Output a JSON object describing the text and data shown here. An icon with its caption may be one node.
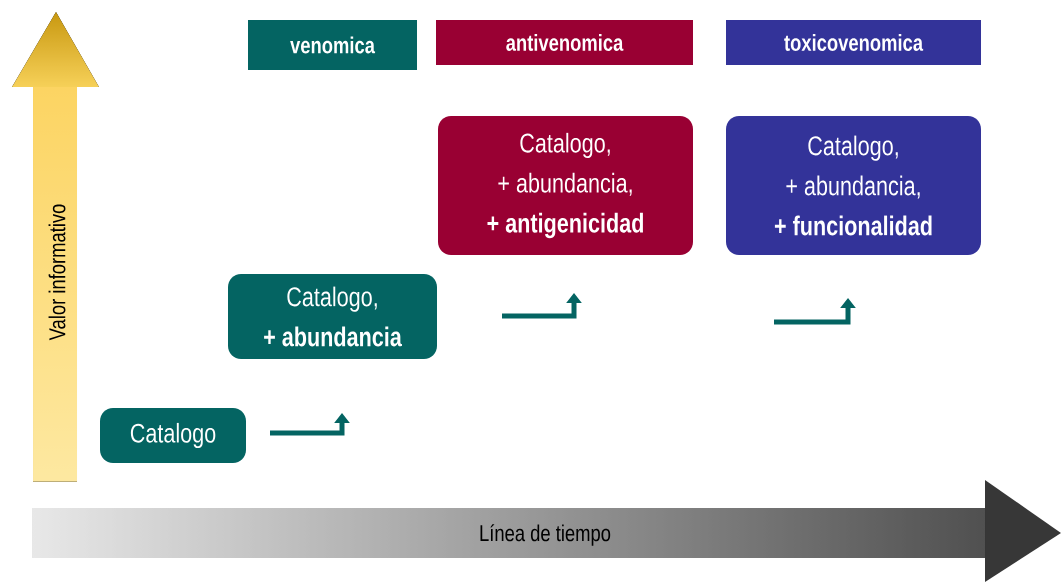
{
  "diagram": {
    "nodes": [
      {
        "text": [
          "venomica"
        ]
      },
      {
        "text": [
          "antivenomica"
        ]
      },
      {
        "text": [
          "toxicovenomica"
        ]
      },
      {
        "text": [
          "Catalogo"
        ]
      },
      {
        "text": [
          "Catalogo,",
          "+ abundancia"
        ]
      },
      {
        "text": [
          "Catalogo,",
          "+ abundancia,",
          "+ antigenicidad"
        ]
      },
      {
        "text": [
          "Catalogo,",
          "+ abundancia,",
          "+ funcionalidad"
        ]
      }
    ],
    "labels": [
      "Valor informativo",
      "Línea de tiempo"
    ]
  }
}
